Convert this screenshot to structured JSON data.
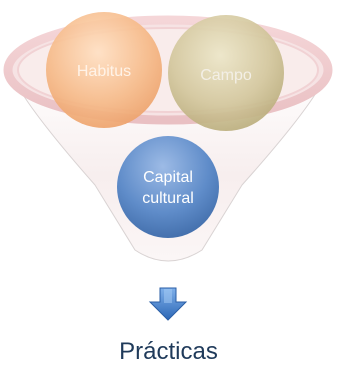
{
  "diagram": {
    "circles": [
      {
        "id": "habitus",
        "label": "Habitus",
        "color": "#f2b07a"
      },
      {
        "id": "campo",
        "label": "Campo",
        "color": "#c9bd8f"
      },
      {
        "id": "capital",
        "label_lines": [
          "Capital",
          "cultural"
        ],
        "color": "#5b86c0"
      }
    ],
    "result_label": "Prácticas",
    "colors": {
      "funnel_fill": "#f7e9ea",
      "funnel_rim": "#e2b3b7",
      "arrow": "#3a78c4"
    }
  }
}
